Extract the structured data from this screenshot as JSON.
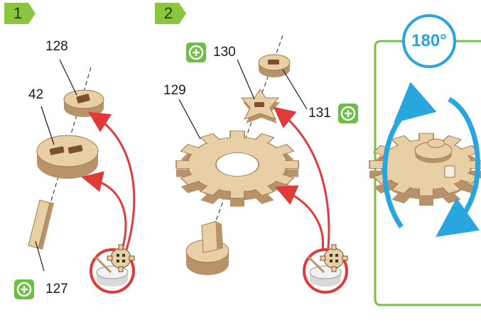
{
  "steps": [
    {
      "number": "1"
    },
    {
      "number": "2"
    }
  ],
  "parts": {
    "p128": "128",
    "p42": "42",
    "p127": "127",
    "p129": "129",
    "p130": "130",
    "p131": "131"
  },
  "rotation": {
    "angle": "180°"
  },
  "colors": {
    "wood": "#e9cfa5",
    "wood_edge": "#b8936a",
    "wood_dark": "#7a5230",
    "arrow": "#e23a3a",
    "step_badge": "#8cc63f",
    "plus_badge": "#6dbe45",
    "rotation": "#29a6de",
    "panel_border": "#7ac143"
  },
  "icons": {
    "glue_pot": "glue-pot-icon",
    "add_glue": "glue-plus-icon",
    "rotate": "rotate-arrows-icon"
  }
}
